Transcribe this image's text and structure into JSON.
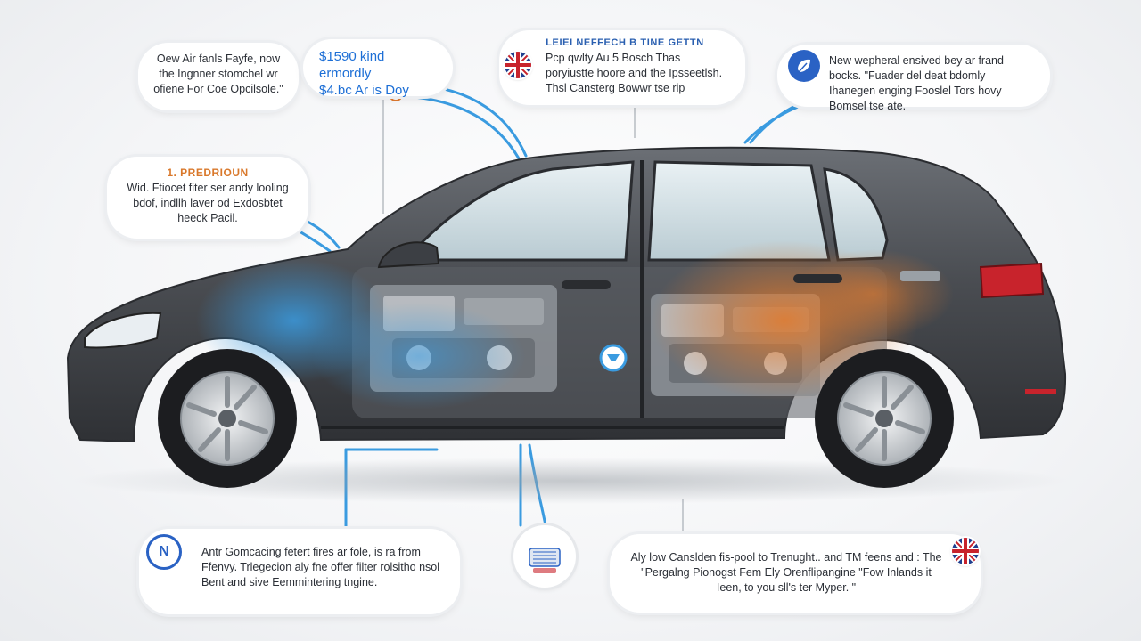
{
  "callouts": {
    "top_left": {
      "text": "Oew Air fanls Fayfe, now the Ingnner stomchel wr ofiene For Coe Opcilsole.\""
    },
    "price": {
      "line1": "$1590 kind ermordly",
      "line2": "$4.bc Ar is Doy"
    },
    "top_center": {
      "title": "LEIEI NEFFECH B TINE GETTN",
      "text": "Pcp qwlty Au 5 Bosch Thas poryiustte hoore and the Ipsseetlsh. Thsl Cansterg Bowwr tse rip"
    },
    "top_right": {
      "text": "New wepheral ensived bey ar frand bocks. \"Fuader del deat bdomly Ihanegen enging Fooslel Tors hovy Bomsel tse ate."
    },
    "left_mid": {
      "title": "1. PREDRIOUN",
      "text": "Wid. Ftiocet fiter ser andy looling bdof, indllh laver od Exdosbtet heeck Pacil."
    },
    "bottom_left": {
      "text": "Antr Gomcacing fetert fires ar fole, is ra from Ffenvy. Trlegecion aly fne offer filter rolsitho nsol Bent and sive Eemmintering tngine."
    },
    "bottom_right": {
      "text": "Aly low Canslden fis-pool to Trenught.. and TM feens and : The \"Pergalng Pionogst Fem Ely Orenflipangine \"Fow Inlands it Ieen, to you sll's ter Myper. \""
    }
  },
  "badges": {
    "bottom_left_logo": "N",
    "top_right_icon": "leaf-icon"
  },
  "colors": {
    "cool_air": "#3a9be0",
    "hot_air": "#e07a2e",
    "body": "#4a4d52",
    "accent_blue": "#2a62c4"
  }
}
